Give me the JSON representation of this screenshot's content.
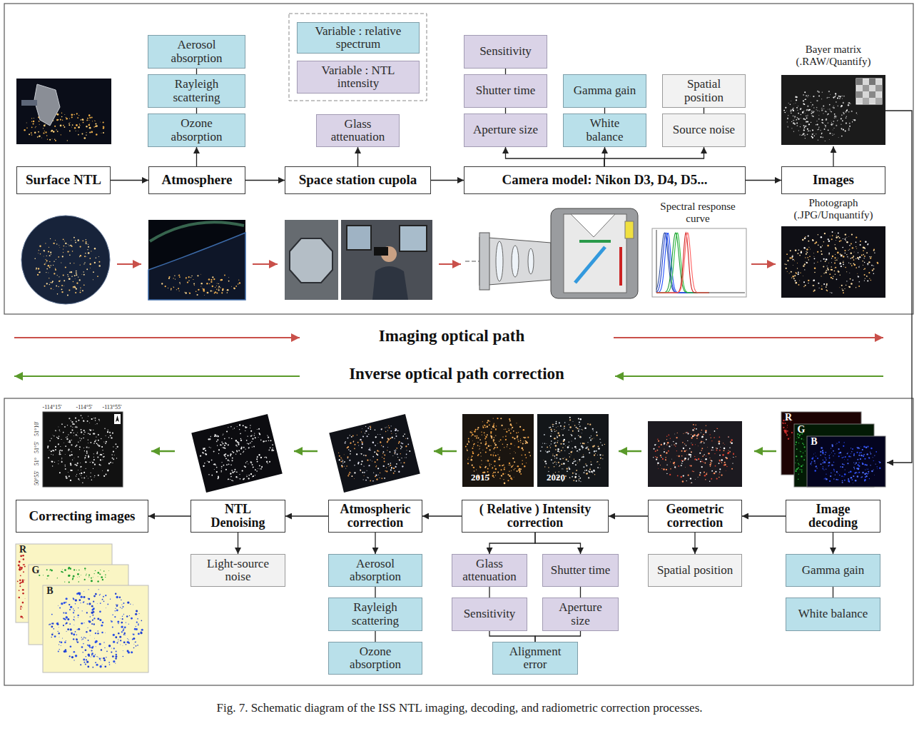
{
  "diagram": {
    "caption": "Fig. 7. Schematic diagram of the ISS NTL imaging, decoding, and radiometric correction processes.",
    "nodes": [
      {
        "text": [
          "Surface NTL"
        ]
      },
      {
        "text": [
          "Aerosol absorption"
        ]
      },
      {
        "text": [
          "Rayleigh scattering"
        ]
      },
      {
        "text": [
          "Ozone absorption"
        ]
      },
      {
        "text": [
          "Atmosphere"
        ]
      },
      {
        "text": [
          "Variable : relative spectrum"
        ]
      },
      {
        "text": [
          "Variable : NTL intensity"
        ]
      },
      {
        "text": [
          "Glass attenuation"
        ]
      },
      {
        "text": [
          "Space station cupola"
        ]
      },
      {
        "text": [
          "Sensitivity"
        ]
      },
      {
        "text": [
          "Shutter time"
        ]
      },
      {
        "text": [
          "Aperture size"
        ]
      },
      {
        "text": [
          "Gamma gain"
        ]
      },
      {
        "text": [
          "White balance"
        ]
      },
      {
        "text": [
          "Spatial position"
        ]
      },
      {
        "text": [
          "Source noise"
        ]
      },
      {
        "text": [
          "Camera model: Nikon D3, D4, D5..."
        ]
      },
      {
        "text": [
          "Images"
        ]
      },
      {
        "text": [
          "Correcting images"
        ]
      },
      {
        "text": [
          "NTL Denoising"
        ]
      },
      {
        "text": [
          "Light-source noise"
        ]
      },
      {
        "text": [
          "Atmospheric correction"
        ]
      },
      {
        "text": [
          "Aerosol absorption"
        ]
      },
      {
        "text": [
          "Rayleigh scattering"
        ]
      },
      {
        "text": [
          "Ozone absorption"
        ]
      },
      {
        "text": [
          "( Relative ) Intensity correction"
        ]
      },
      {
        "text": [
          "Glass attenuation"
        ]
      },
      {
        "text": [
          "Shutter time"
        ]
      },
      {
        "text": [
          "Sensitivity"
        ]
      },
      {
        "text": [
          "Aperture size"
        ]
      },
      {
        "text": [
          "Alignment error"
        ]
      },
      {
        "text": [
          "Geometric correction"
        ]
      },
      {
        "text": [
          "Spatial position"
        ]
      },
      {
        "text": [
          "Image decoding"
        ]
      },
      {
        "text": [
          "Gamma gain"
        ]
      },
      {
        "text": [
          "White balance"
        ]
      }
    ],
    "edges": [
      {
        "from": 0,
        "to": 4,
        "arrow": "to"
      },
      {
        "from": 4,
        "to": 8,
        "arrow": "to"
      },
      {
        "from": 8,
        "to": 16,
        "arrow": "to"
      },
      {
        "from": 16,
        "to": 17,
        "arrow": "to"
      },
      {
        "from": 4,
        "to": 3,
        "arrow": "to"
      },
      {
        "from": 1,
        "to": 2,
        "arrow": "none"
      },
      {
        "from": 2,
        "to": 3,
        "arrow": "none"
      },
      {
        "from": 8,
        "to": 7,
        "arrow": "to"
      },
      {
        "from": 9,
        "to": 10,
        "arrow": "none"
      },
      {
        "from": 10,
        "to": 11,
        "arrow": "none"
      },
      {
        "from": 16,
        "to": 11,
        "arrow": "to"
      },
      {
        "from": 16,
        "to": 13,
        "arrow": "to"
      },
      {
        "from": 16,
        "to": 15,
        "arrow": "to"
      },
      {
        "from": 12,
        "to": 13,
        "arrow": "none"
      },
      {
        "from": 14,
        "to": 15,
        "arrow": "none"
      },
      {
        "from": 33,
        "to": 31,
        "arrow": "to"
      },
      {
        "from": 31,
        "to": 25,
        "arrow": "to"
      },
      {
        "from": 25,
        "to": 21,
        "arrow": "to"
      },
      {
        "from": 21,
        "to": 19,
        "arrow": "to"
      },
      {
        "from": 19,
        "to": 18,
        "arrow": "to"
      },
      {
        "from": 19,
        "to": 20,
        "arrow": "to"
      },
      {
        "from": 21,
        "to": 22,
        "arrow": "to"
      },
      {
        "from": 22,
        "to": 23,
        "arrow": "none"
      },
      {
        "from": 23,
        "to": 24,
        "arrow": "none"
      },
      {
        "from": 25,
        "to": 26,
        "arrow": "to"
      },
      {
        "from": 25,
        "to": 27,
        "arrow": "to"
      },
      {
        "from": 26,
        "to": 28,
        "arrow": "none"
      },
      {
        "from": 27,
        "to": 29,
        "arrow": "none"
      },
      {
        "from": 28,
        "to": 30,
        "arrow": "none"
      },
      {
        "from": 29,
        "to": 30,
        "arrow": "none"
      },
      {
        "from": 31,
        "to": 32,
        "arrow": "to"
      },
      {
        "from": 33,
        "to": 34,
        "arrow": "to"
      },
      {
        "from": 34,
        "to": 35,
        "arrow": "none"
      }
    ],
    "labels": [
      "Bayer matrix (.RAW/Quantify)",
      "Spectral response curve",
      "Photograph (.JPG/Unquantify)",
      "Imaging optical path",
      "Inverse optical path correction",
      "R",
      "G",
      "B",
      "2015",
      "2020",
      "-114°15'",
      "-114°5'",
      "-113°55'",
      "51°10'",
      "51°5'",
      "51°",
      "50°55'",
      "R",
      "G",
      "B"
    ]
  }
}
